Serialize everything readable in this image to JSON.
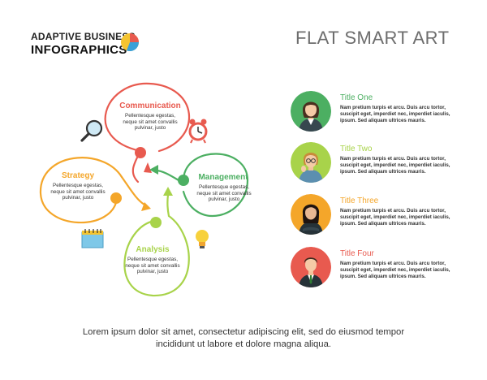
{
  "brand": {
    "line1": "ADAPTIVE BUSINESS",
    "line2": "INFOGRAPHICS"
  },
  "title": "FLAT SMART ART",
  "colors": {
    "communication": "#e85a4f",
    "strategy": "#f4a62a",
    "management": "#4caf62",
    "analysis": "#a8d34a",
    "title_one": "#4caf62",
    "title_two": "#a8d34a",
    "title_three": "#f4a62a",
    "title_four": "#e85a4f"
  },
  "diagram": {
    "communication": {
      "title": "Communication",
      "text": [
        "Pellentesque egestas,",
        "neque sit amet convallis",
        "pulvinar, justo"
      ]
    },
    "strategy": {
      "title": "Strategy",
      "text": [
        "Pellentesque egestas,",
        "neque sit amet convallis",
        "pulvinar, justo"
      ]
    },
    "management": {
      "title": "Management",
      "text": [
        "Pellentesque egestas,",
        "neque sit amet convallis",
        "pulvinar, justo"
      ]
    },
    "analysis": {
      "title": "Analysis",
      "text": [
        "Pellentesque egestas,",
        "neque sit amet convallis",
        "pulvinar, justo"
      ]
    },
    "icons": [
      "magnifier-icon",
      "alarm-clock-icon",
      "notepad-icon",
      "lightbulb-icon"
    ]
  },
  "entries": [
    {
      "title": "Title One",
      "text": [
        "Nam pretium turpis et arcu. Duis arcu tortor,",
        "suscipit eget, imperdiet nec, imperdiet iaculis,",
        "ipsum. Sed aliquam ultrices mauris."
      ]
    },
    {
      "title": "Title Two",
      "text": [
        "Nam pretium turpis et arcu. Duis arcu tortor,",
        "suscipit eget, imperdiet nec, imperdiet iaculis,",
        "ipsum. Sed aliquam ultrices mauris."
      ]
    },
    {
      "title": "Title Three",
      "text": [
        "Nam pretium turpis et arcu. Duis arcu tortor,",
        "suscipit eget, imperdiet nec, imperdiet iaculis,",
        "ipsum. Sed aliquam ultrices mauris."
      ]
    },
    {
      "title": "Title Four",
      "text": [
        "Nam pretium turpis et arcu. Duis arcu tortor,",
        "suscipit eget, imperdiet nec, imperdiet iaculis,",
        "ipsum. Sed aliquam ultrices mauris."
      ]
    }
  ],
  "footer": [
    "Lorem ipsum dolor sit amet, consectetur adipiscing elit, sed do eiusmod tempor",
    "incididunt ut labore et dolore magna aliqua."
  ]
}
